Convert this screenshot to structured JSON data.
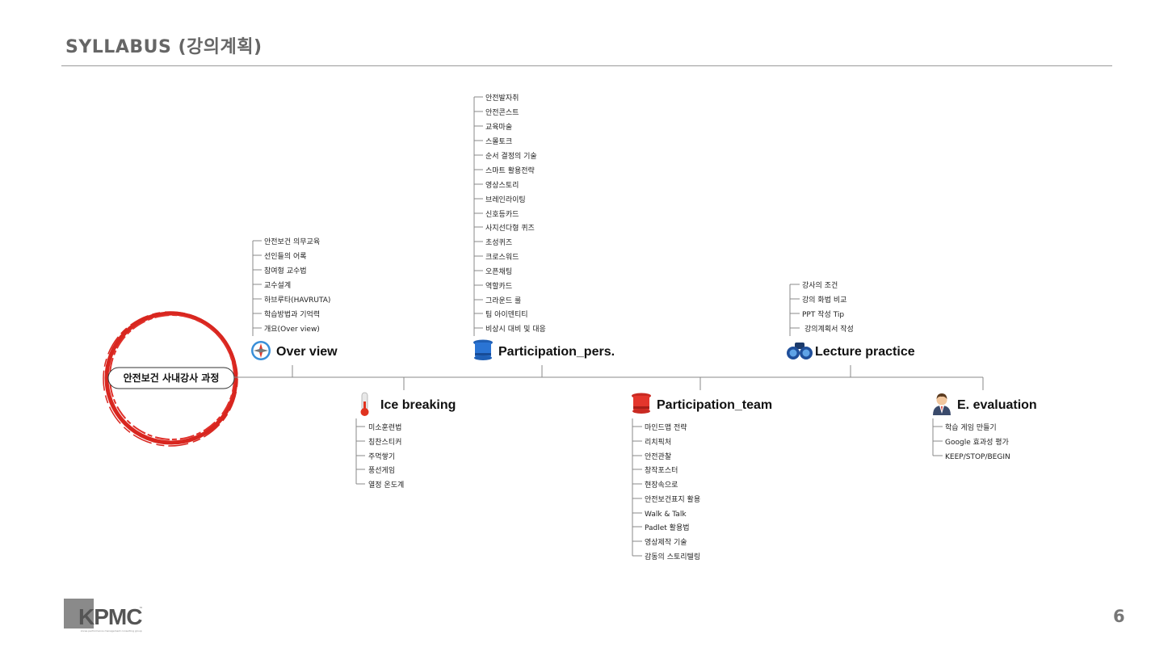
{
  "header": {
    "title": "SYLLABUS (강의계획)"
  },
  "page_number": "6",
  "logo": {
    "text": "KPMC",
    "tm": "™",
    "subtitle": "korea performance management consulting group"
  },
  "root": {
    "label": "안전보건 사내강사 과정"
  },
  "branches": [
    {
      "key": "overview",
      "title": "Over view",
      "icon": "compass-icon",
      "items": [
        "안전보건 의무교육",
        "선인들의 어록",
        "참여형 교수법",
        "교수설계",
        "하브루타(HAVRUTA)",
        "학습방법과 기억력",
        "개요(Over view)"
      ]
    },
    {
      "key": "icebreaking",
      "title": "Ice breaking",
      "icon": "thermometer-icon",
      "items": [
        "미소훈련법",
        "칭찬스티커",
        "주먹쌓기",
        "풍선게임",
        "열정 온도계"
      ]
    },
    {
      "key": "participation-pers",
      "title": "Participation_pers.",
      "icon": "blue-top-hat-icon",
      "items": [
        "안전발자취",
        "안전콘스트",
        "교육마술",
        "스몰토크",
        "순서 결정의 기술",
        "스마트 활용전략",
        "영상스토리",
        "브레인라이팅",
        "신호등카드",
        "사지선다형 퀴즈",
        "초성퀴즈",
        "크로스워드",
        "오픈채팅",
        "역할카드",
        "그라운드 룰",
        "팀 아이덴티티",
        "비상시 대비 및 대응"
      ]
    },
    {
      "key": "participation-team",
      "title": "Participation_team",
      "icon": "red-top-hat-icon",
      "items": [
        "마인드맵 전략",
        "리치픽처",
        "안전관찰",
        "창작포스터",
        "현장속으로",
        "안전보건표지 활용",
        "Walk & Talk",
        "Padlet 활용법",
        "영상제작 기술",
        "감동의 스토리텔링"
      ]
    },
    {
      "key": "lecture-practice",
      "title": "Lecture practice",
      "icon": "binoculars-icon",
      "items": [
        "강사의 조건",
        "강의 화법 비교",
        "PPT 작성 Tip",
        "강의계획서 작성"
      ]
    },
    {
      "key": "evaluation",
      "title": "E. evaluation",
      "icon": "person-icon",
      "items": [
        "학습 게임 만들기",
        "Google 효과성 평가",
        "KEEP/STOP/BEGIN"
      ]
    }
  ]
}
